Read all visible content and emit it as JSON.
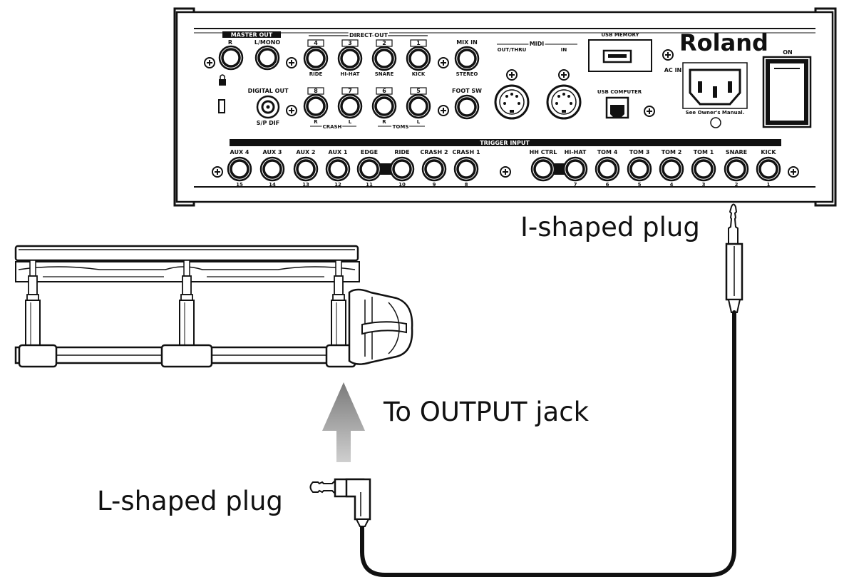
{
  "callouts": {
    "i_plug": "I-shaped plug",
    "l_plug": "L-shaped plug",
    "output_jack": "To OUTPUT jack"
  },
  "module": {
    "brand": "Roland",
    "groups": {
      "master_out": "MASTER OUT",
      "direct_out": "DIRECT OUT",
      "midi": "MIDI",
      "trigger_input": "TRIGGER INPUT",
      "crash": "CRASH",
      "toms": "TOMS"
    },
    "labels": {
      "r": "R",
      "l_mono": "L/MONO",
      "digital_out": "DIGITAL OUT",
      "sp_dif": "S/P DIF",
      "mix_in": "MIX IN",
      "stereo": "STEREO",
      "foot_sw": "FOOT SW",
      "out_thru": "OUT/THRU",
      "in": "IN",
      "usb_memory": "USB MEMORY",
      "usb_computer": "USB COMPUTER",
      "ac_in": "AC IN",
      "see_manual": "See Owner's Manual.",
      "on": "ON"
    },
    "direct_out_top": [
      {
        "num": "4",
        "name": "RIDE"
      },
      {
        "num": "3",
        "name": "HI-HAT"
      },
      {
        "num": "2",
        "name": "SNARE"
      },
      {
        "num": "1",
        "name": "KICK"
      }
    ],
    "direct_out_bottom": [
      {
        "num": "8",
        "sub": "R"
      },
      {
        "num": "7",
        "sub": "L"
      },
      {
        "num": "6",
        "sub": "R"
      },
      {
        "num": "5",
        "sub": "L"
      }
    ],
    "trigger_inputs": [
      {
        "name": "AUX 4",
        "num": "15"
      },
      {
        "name": "AUX 3",
        "num": "14"
      },
      {
        "name": "AUX 2",
        "num": "13"
      },
      {
        "name": "AUX 1",
        "num": "12"
      },
      {
        "name": "EDGE",
        "num": "11"
      },
      {
        "name": "RIDE",
        "num": "10"
      },
      {
        "name": "CRASH 2",
        "num": "9"
      },
      {
        "name": "CRASH 1",
        "num": "8"
      },
      {
        "name": "HH CTRL",
        "num": ""
      },
      {
        "name": "HI-HAT",
        "num": "7"
      },
      {
        "name": "TOM 4",
        "num": "6"
      },
      {
        "name": "TOM 3",
        "num": "5"
      },
      {
        "name": "TOM 2",
        "num": "4"
      },
      {
        "name": "TOM 1",
        "num": "3"
      },
      {
        "name": "SNARE",
        "num": "2"
      },
      {
        "name": "KICK",
        "num": "1"
      }
    ]
  }
}
